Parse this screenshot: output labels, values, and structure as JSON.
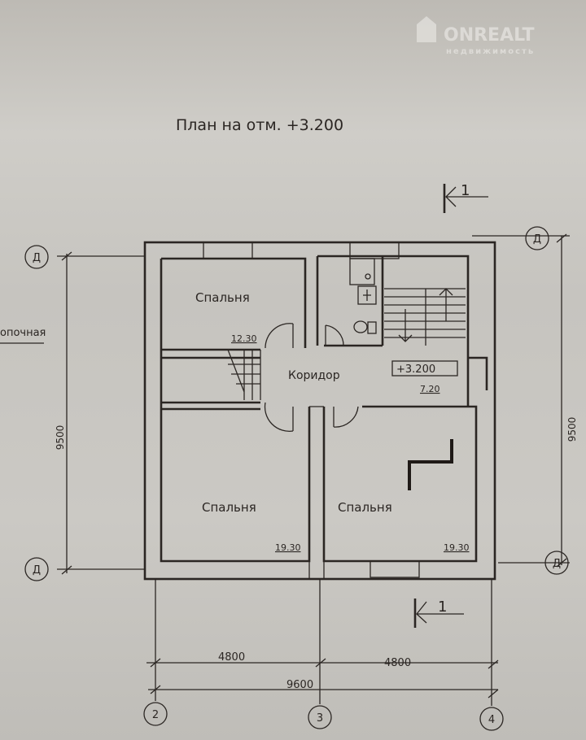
{
  "watermark": {
    "brand": "ONREALT",
    "subtitle": "недвижимость"
  },
  "title": "План на отм. +3.200",
  "section_mark": "1",
  "rooms": [
    {
      "name": "Спальня",
      "area": "12.30"
    },
    {
      "name": "Спальня",
      "area": "19.30"
    },
    {
      "name": "Спальня",
      "area": "19.30"
    },
    {
      "name": "Коридор",
      "area": "7.20"
    }
  ],
  "level_mark": "+3.200",
  "side_label": "опочная",
  "axes": {
    "row": "Д",
    "columns": [
      "2",
      "3",
      "4"
    ]
  },
  "dimensions": {
    "left": "9500",
    "right": "9500",
    "bay1": "4800",
    "bay2": "4800",
    "total": "9600"
  },
  "colors": {
    "ink": "#2b2623",
    "paper": "#c8c6c1"
  }
}
